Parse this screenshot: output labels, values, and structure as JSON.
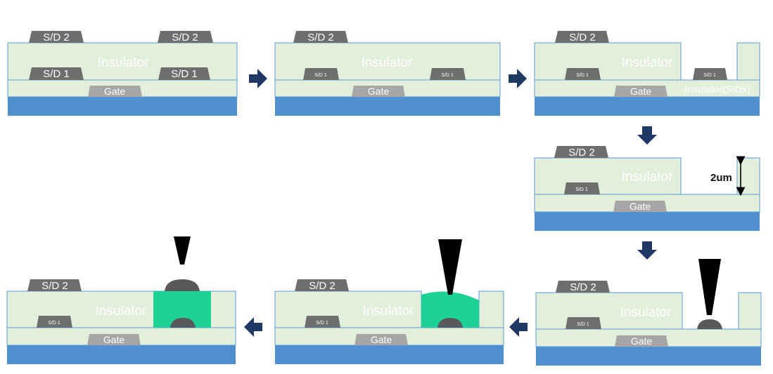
{
  "labels": {
    "insulator": "Insulator",
    "sd1": "S/D 1",
    "sd2": "S/D 2",
    "gate": "Gate",
    "siox": "Insulator(SiOx)",
    "dimension": "2um"
  },
  "colors": {
    "substrate": "#4f8fcd",
    "insulator": "#e2efda",
    "insulator_border": "#5b9bd5",
    "electrode": "#6e6e6e",
    "gate": "#a6a6a6",
    "arrow": "#1f3864",
    "fill_green": "#1bd193",
    "tip": "#000000"
  }
}
